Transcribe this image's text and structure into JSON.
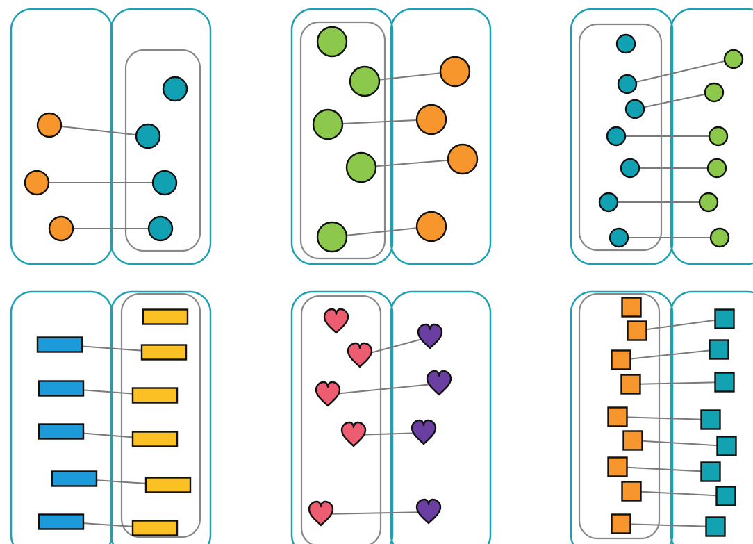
{
  "colors": {
    "setOutline": "#1ba1b3",
    "subsetOutline": "#888888",
    "connector": "#7a7a7a",
    "stroke": "#111111",
    "orange": "#f7962c",
    "teal": "#12a1b3",
    "green": "#8cc84b",
    "blue": "#1d9ad9",
    "yellow": "#fbc024",
    "pink": "#ec5d72",
    "purple": "#6a3fa1",
    "squareOrange": "#f7962c",
    "squareTeal": "#13a2b2"
  },
  "panels": [
    {
      "name": "panel-1",
      "shape": "circle",
      "subset": "right",
      "leftFill": "orange",
      "rightFill": "teal",
      "leftCount": 3,
      "rightCount": 4,
      "pairs": 3
    },
    {
      "name": "panel-2",
      "shape": "circle",
      "subset": "left",
      "leftFill": "green",
      "rightFill": "orange",
      "leftCount": 5,
      "rightCount": 4,
      "pairs": 4
    },
    {
      "name": "panel-3",
      "shape": "circle",
      "subset": "left",
      "leftFill": "teal",
      "rightFill": "green",
      "leftCount": 7,
      "rightCount": 6,
      "pairs": 6
    },
    {
      "name": "panel-4",
      "shape": "rect",
      "subset": "right",
      "leftFill": "blue",
      "rightFill": "yellow",
      "leftCount": 5,
      "rightCount": 6,
      "pairs": 5
    },
    {
      "name": "panel-5",
      "shape": "heart",
      "subset": "left",
      "leftFill": "pink",
      "rightFill": "purple",
      "leftCount": 5,
      "rightCount": 4,
      "pairs": 4
    },
    {
      "name": "panel-6",
      "shape": "square",
      "subset": "left",
      "leftFill": "squareOrange",
      "rightFill": "squareTeal",
      "leftCount": 9,
      "rightCount": 8,
      "pairs": 8
    }
  ]
}
